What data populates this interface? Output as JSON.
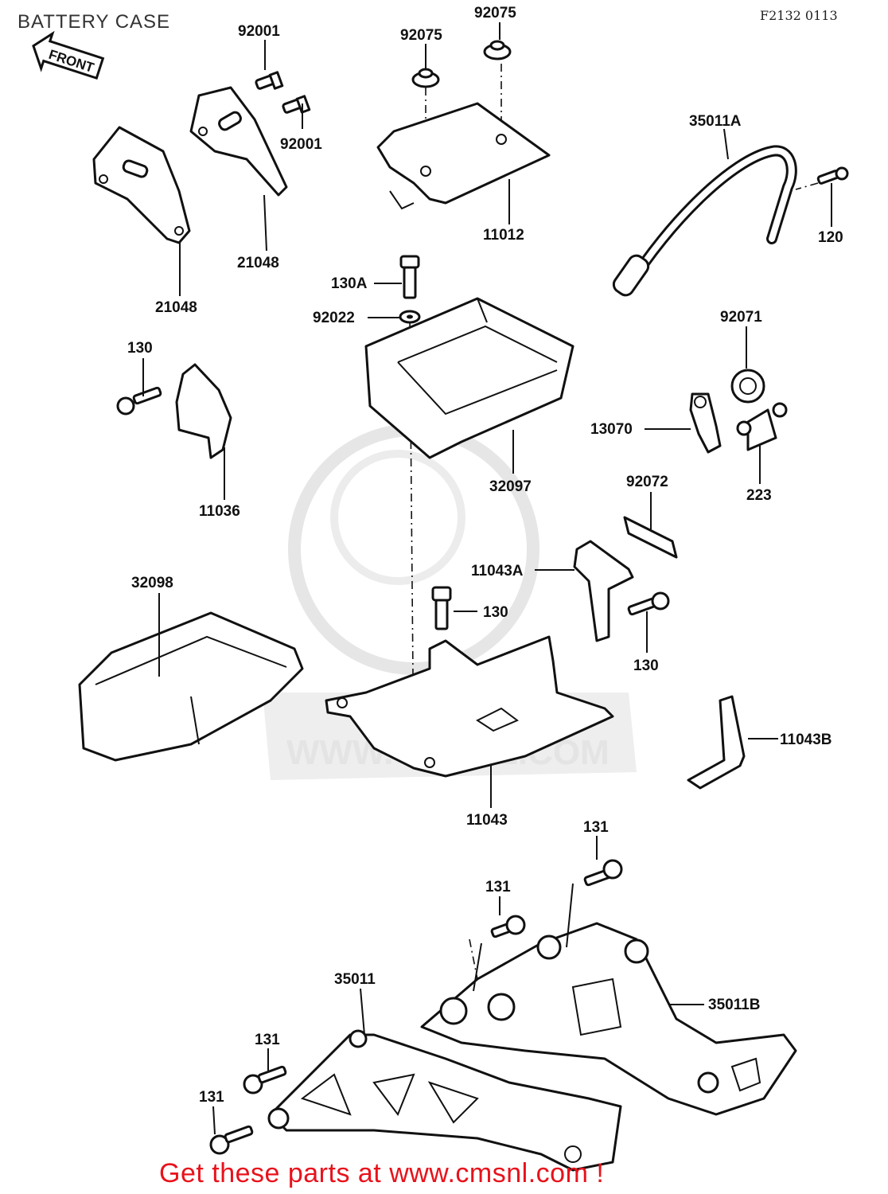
{
  "header": {
    "title": "BATTERY CASE",
    "ref_code": "F2132 0113",
    "front_arrow": "FRONT"
  },
  "watermark": "WWW.CMSNL.COM",
  "footer": {
    "text": "Get these parts at www.cmsnl.com !"
  },
  "parts": {
    "p92001a": "92001",
    "p92001b": "92001",
    "p92075a": "92075",
    "p92075b": "92075",
    "p35011A": "35011A",
    "p21048a": "21048",
    "p21048b": "21048",
    "p11012": "11012",
    "p120": "120",
    "p130A": "130A",
    "p92022": "92022",
    "p92071": "92071",
    "p130a": "130",
    "p13070": "13070",
    "p223": "223",
    "p11036": "11036",
    "p32097": "32097",
    "p92072": "92072",
    "p32098": "32098",
    "p11043A": "11043A",
    "p130b": "130",
    "p130c": "130",
    "p11043B": "11043B",
    "p11043": "11043",
    "p131a": "131",
    "p131b": "131",
    "p35011": "35011",
    "p35011B": "35011B",
    "p131c": "131",
    "p131d": "131"
  }
}
